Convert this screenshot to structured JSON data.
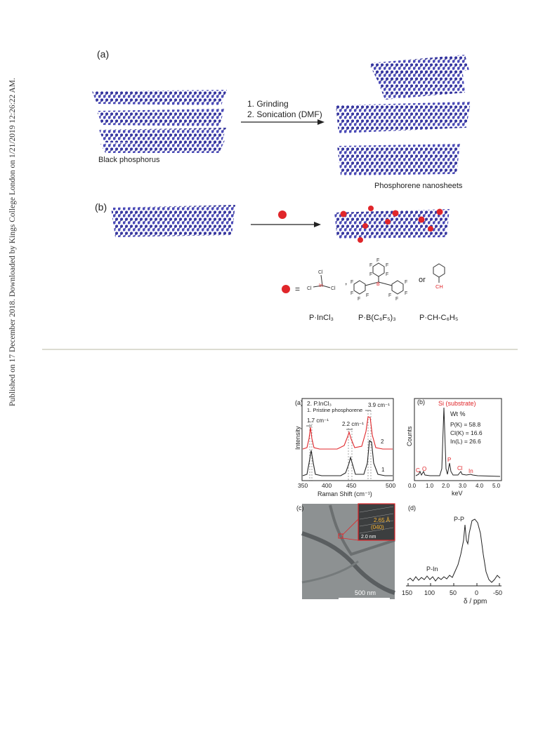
{
  "side_note": "Published on 17 December 2018. Downloaded by Kings College London on 1/21/2019 12:26:22 AM.",
  "scheme": {
    "panel_a_label": "(a)",
    "panel_b_label": "(b)",
    "step1": "1. Grinding",
    "step2": "2. Sonication (DMF)",
    "black_phosphorus": "Black phosphorus",
    "phosphorene_nanosheets": "Phosphorene nanosheets",
    "equals": "=",
    "comma": ",",
    "or": "or",
    "incl3_atoms": {
      "in": "In",
      "cl": "Cl"
    },
    "fluorine": "F",
    "boron": "B",
    "ch_group": "CH",
    "product_incl3": "P·InCl₃",
    "product_bc6f5": "P·B(C₆F₅)₃",
    "product_chc6h5": "P·CH-C₆H₅",
    "colors": {
      "phosphorus_atom": "#4040a8",
      "adsorbate": "#e0262a"
    }
  },
  "figure": {
    "raman": {
      "panel_label": "(a)",
      "legend_line2": "2. P.InCl₃",
      "legend_line1": "1. Pristine phosphorene",
      "shift_1": "1.7 cm⁻¹",
      "shift_2": "2.2 cm⁻¹",
      "shift_3": "3.9 cm⁻¹",
      "trace_1_label": "1",
      "trace_2_label": "2",
      "ylabel": "Intensity",
      "xlabel": "Raman Shift (cm⁻¹)",
      "xticks": [
        "350",
        "400",
        "450",
        "500"
      ]
    },
    "edx": {
      "panel_label": "(b)",
      "si_label": "Si (substrate)",
      "wt_title": "Wt %",
      "p_wt": "P(K) = 58.8",
      "cl_wt": "Cl(K) = 16.6",
      "in_wt": "In(L) = 26.6",
      "ylabel": "Counts",
      "xlabel": "keV",
      "peak_c": "C",
      "peak_o": "O",
      "peak_p": "P",
      "peak_cl": "Cl",
      "peak_in": "In",
      "xticks": [
        "0.0",
        "1.0",
        "2.0",
        "3.0",
        "4.0",
        "5.0"
      ]
    },
    "tem": {
      "panel_label": "(c)",
      "inset_spacing": "2.65 Å",
      "inset_plane": "(040)",
      "inset_scale": "2.0 nm",
      "scale_bar": "500 nm"
    },
    "nmr": {
      "panel_label": "(d)",
      "pp_label": "P-P",
      "pin_label": "P-In",
      "xlabel": "δ / ppm",
      "xticks": [
        "150",
        "100",
        "50",
        "0",
        "-50"
      ]
    }
  }
}
